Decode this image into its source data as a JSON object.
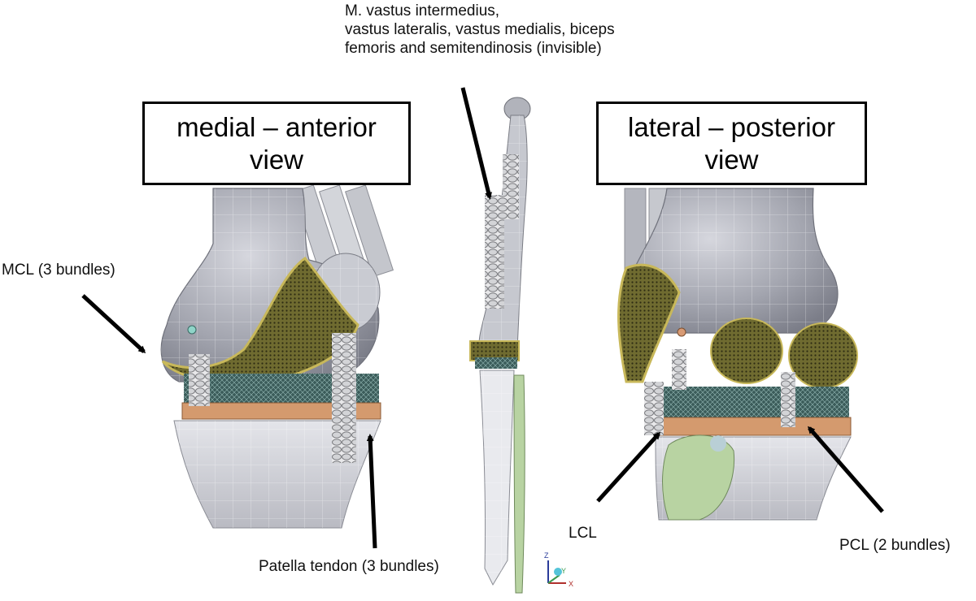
{
  "annotations": {
    "muscles": [
      "M. vastus intermedius,",
      "vastus lateralis, vastus medialis, biceps",
      "femoris and semitendinosis (invisible)"
    ],
    "mcl": "MCL (3 bundles)",
    "patella_tendon": "Patella tendon (3 bundles)",
    "lcl": "LCL",
    "pcl": "PCL (2 bundles)"
  },
  "views": {
    "left": {
      "line1": "medial – anterior",
      "line2": "view"
    },
    "right": {
      "line1": "lateral – posterior",
      "line2": "view"
    }
  },
  "axis_triad": {
    "labels": [
      "Z",
      "X",
      "Y"
    ]
  },
  "colors": {
    "bone": "#9fa1ab",
    "bone_light": "#c4c6cf",
    "implant": "#6f6b30",
    "implant_edge": "#c8b85a",
    "insert": "#2e4a4a",
    "tray": "#d49a6e",
    "fibula": "#b8d3a2",
    "tibia": "#cfd0d6",
    "ligament": "#c9cacd"
  }
}
